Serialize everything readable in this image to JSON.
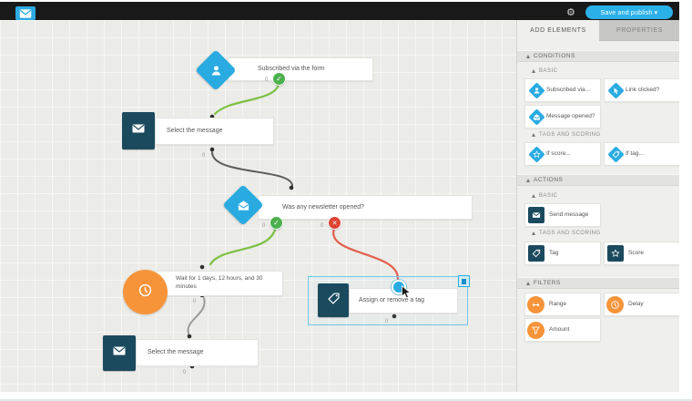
{
  "topbar": {
    "save_label": "Save and publish ▾"
  },
  "tabs": {
    "add_elements": "ADD ELEMENTS",
    "properties": "PROPERTIES"
  },
  "sidebar": {
    "conditions": {
      "title": "CONDITIONS",
      "basic_title": "BASIC",
      "tags_title": "TAGS AND SCORING",
      "subscribed": "Subscribed via...",
      "link_clicked": "Link clicked?",
      "message_opened": "Message opened?",
      "if_score": "If score...",
      "if_tag": "If tag..."
    },
    "actions": {
      "title": "ACTIONS",
      "basic_title": "BASIC",
      "tags_title": "TAGS AND SCORING",
      "send_message": "Send message",
      "tag": "Tag",
      "score": "Score"
    },
    "filters": {
      "title": "FILTERS",
      "range": "Range",
      "delay": "Delay",
      "amount": "Amount"
    }
  },
  "canvas": {
    "node_subscribed": "Subscribed via the form",
    "node_select_message_1": "Select the message",
    "node_newsletter": "Was any newsletter opened?",
    "node_wait": "Wait for 1 days, 12 hours, and 30 minutes",
    "node_assign_tag": "Assign or remove a tag",
    "node_select_message_2": "Select the message",
    "zero": "0"
  },
  "colors": {
    "accent_blue": "#29abe2",
    "dark_teal": "#1b4a5e",
    "orange": "#f7943a",
    "green": "#4cb04f",
    "red": "#dd4433",
    "topbar": "#191919"
  }
}
